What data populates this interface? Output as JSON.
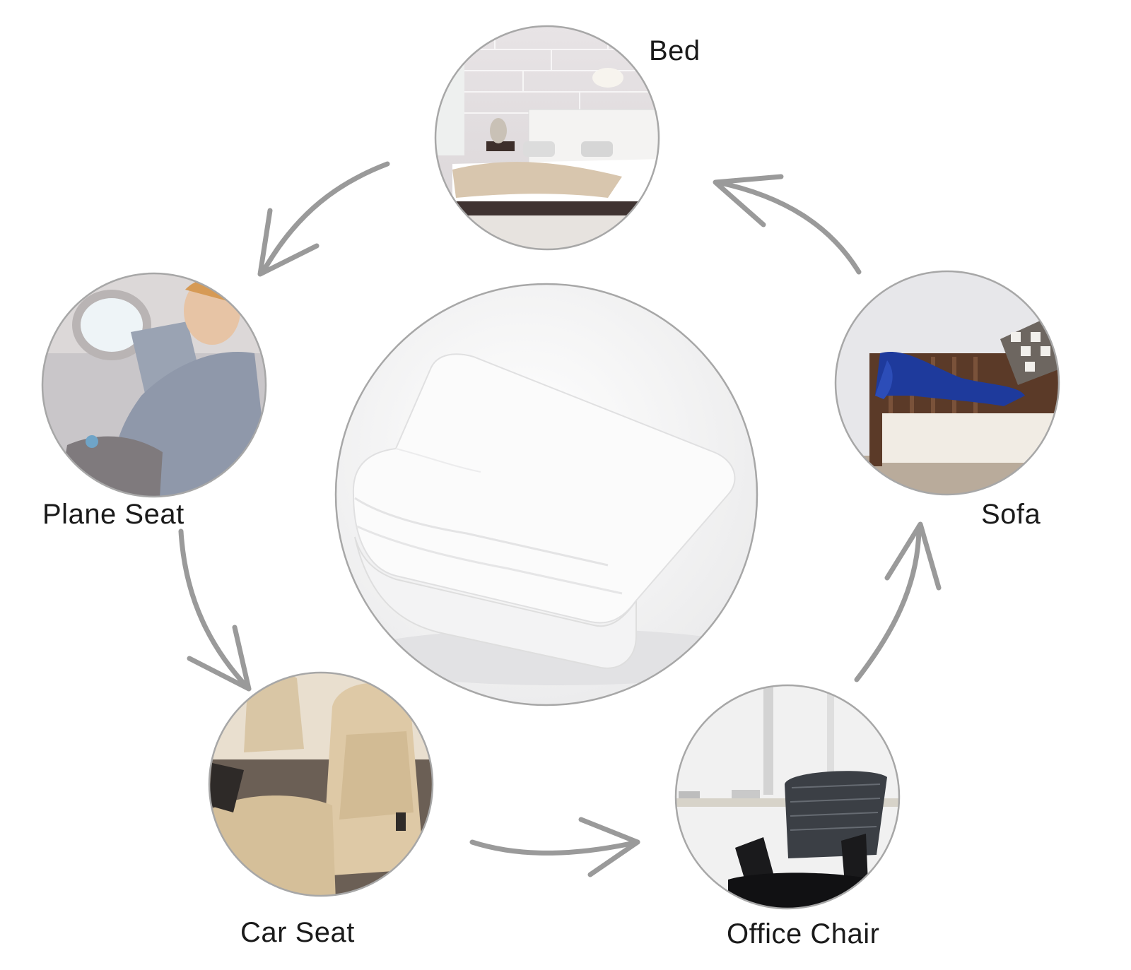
{
  "labels": {
    "bed": "Bed",
    "plane_seat": "Plane Seat",
    "car_seat": "Car Seat",
    "office_chair": "Office Chair",
    "sofa": "Sofa"
  },
  "colors": {
    "arrow": "#9a9a9a",
    "circle_border": "#a7a7a7",
    "text": "#1a1a1a",
    "blanket_throw": "#1e3a9c"
  },
  "icons": {
    "center": "folded-white-blanket-image",
    "bed": "bed-photo",
    "plane_seat": "plane-seat-photo",
    "car_seat": "car-seat-photo",
    "office_chair": "office-chair-photo",
    "sofa": "sofa-photo"
  }
}
